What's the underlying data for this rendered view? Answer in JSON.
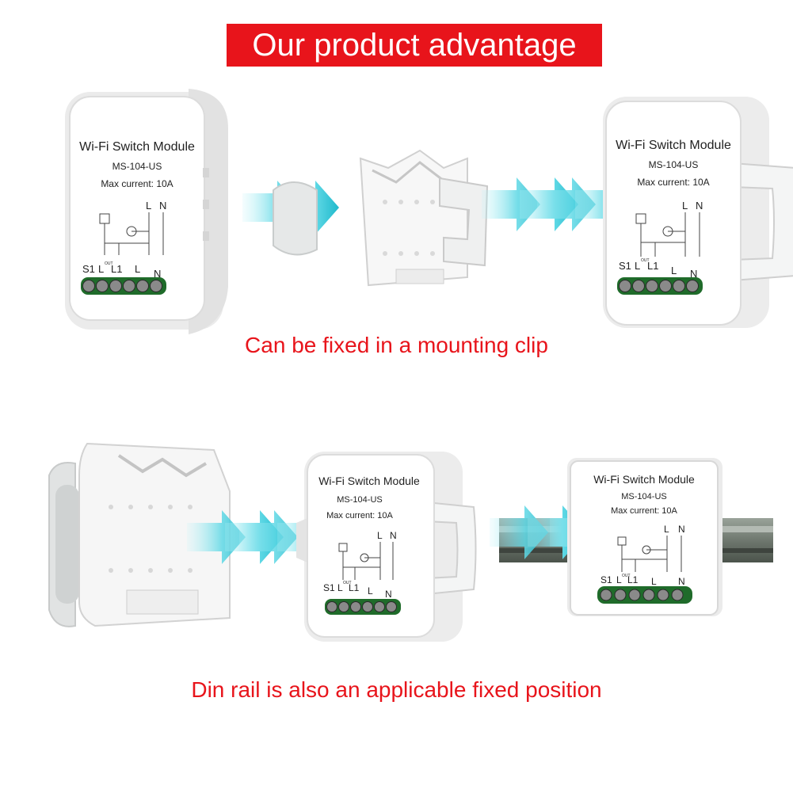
{
  "header": {
    "title": "Our product advantage"
  },
  "captions": {
    "mounting_clip": "Can be fixed in a mounting clip",
    "din_rail": "Din rail is also an applicable fixed position"
  },
  "module_label": {
    "title": "Wi-Fi Switch Module",
    "model": "MS-104-US",
    "max_current": "Max current: 10A",
    "term_L": "L",
    "term_N": "N",
    "term_S1": "S1",
    "term_L1": "L1",
    "term_out": "OUT"
  },
  "colors": {
    "accent_red": "#e8141b",
    "arrow_cyan": "#2ec7d6",
    "terminal_green": "#1f6b2a"
  }
}
